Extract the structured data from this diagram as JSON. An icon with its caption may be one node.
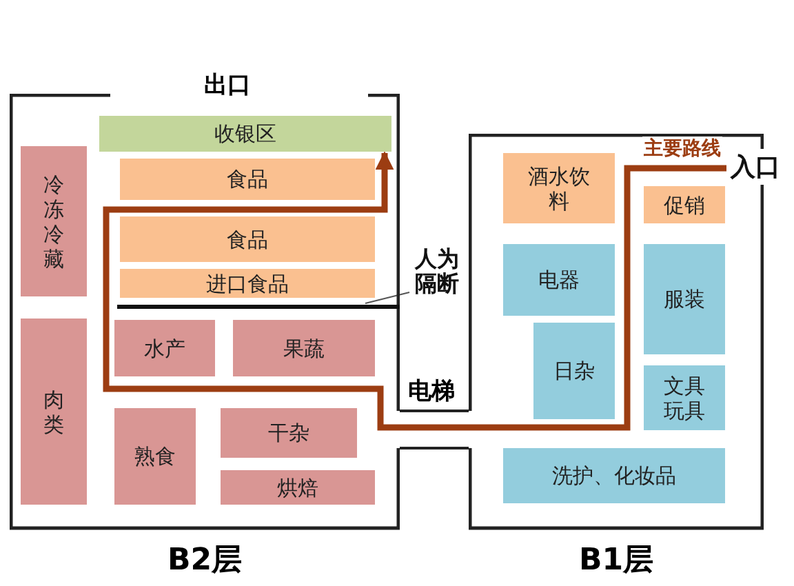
{
  "diagram": {
    "nodes": [
      {
        "text": [
          "B2层"
        ]
      },
      {
        "text": [
          "收银区"
        ],
        "in": 0
      },
      {
        "text": [
          "冷冻冷藏"
        ],
        "in": 0
      },
      {
        "text": [
          "食品"
        ],
        "in": 0
      },
      {
        "text": [
          "食品"
        ],
        "in": 0
      },
      {
        "text": [
          "进口食品"
        ],
        "in": 0
      },
      {
        "text": [
          "水产"
        ],
        "in": 0
      },
      {
        "text": [
          "果蔬"
        ],
        "in": 0
      },
      {
        "text": [
          "肉类"
        ],
        "in": 0
      },
      {
        "text": [
          "熟食"
        ],
        "in": 0
      },
      {
        "text": [
          "干杂"
        ],
        "in": 0
      },
      {
        "text": [
          "烘焙"
        ],
        "in": 0
      },
      {
        "text": [
          "B1层"
        ]
      },
      {
        "text": [
          "酒水饮料"
        ],
        "in": 12
      },
      {
        "text": [
          "促销"
        ],
        "in": 12
      },
      {
        "text": [
          "电器"
        ],
        "in": 12
      },
      {
        "text": [
          "服装"
        ],
        "in": 12
      },
      {
        "text": [
          "日杂"
        ],
        "in": 12
      },
      {
        "text": [
          "文具玩具"
        ],
        "in": 12
      },
      {
        "text": [
          "洗护、化妆品"
        ],
        "in": 12
      },
      {
        "text": [
          "入口"
        ]
      },
      {
        "text": [
          "人为隔断"
        ]
      },
      {
        "text": [],
        "shape": "bar",
        "in": 0
      }
    ],
    "edges": [
      {
        "from": 20,
        "to": 1,
        "arrow": "to",
        "label": "主要路线",
        "style": "thick",
        "color": "#9c3d12"
      },
      {
        "from": 21,
        "to": 22,
        "arrow": "none"
      }
    ],
    "labels": [
      "出口",
      "电梯"
    ]
  }
}
